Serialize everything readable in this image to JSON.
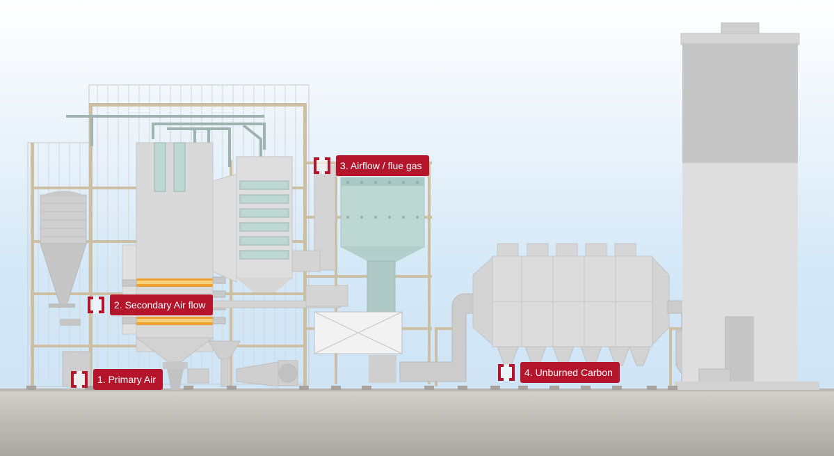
{
  "hotspots": [
    {
      "id": "primary-air",
      "label": "1. Primary Air"
    },
    {
      "id": "secondary-air",
      "label": "2. Secondary Air flow"
    },
    {
      "id": "airflow-flue-gas",
      "label": "3. Airflow / flue gas"
    },
    {
      "id": "unburned-carbon",
      "label": "4. Unburned Carbon"
    }
  ],
  "colors": {
    "accent": "#b5152b",
    "structure": "#cdbfa3",
    "equipment": "#d9d9d9",
    "heat-exchanger": "#bdd7d3",
    "flame": "#f0a030",
    "ground": "#c6c3bd"
  }
}
